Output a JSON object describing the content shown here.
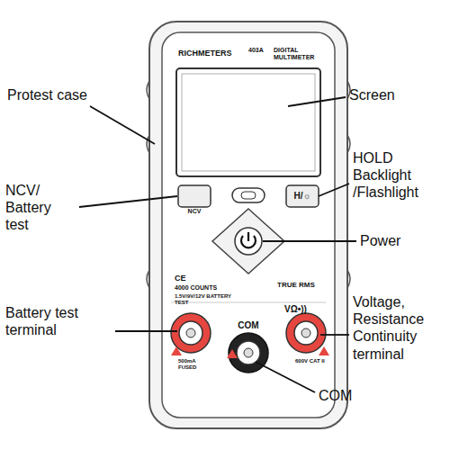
{
  "diagram": {
    "labels": [
      "Protest case",
      "Screen",
      "HOLD Backlight /Flashlight",
      "NCV/ Battery test",
      "Power",
      "Battery test terminal",
      "Voltage, Resistance Continuity terminal",
      "COM",
      "RICHMETERS",
      "403A",
      "DIGITAL MULTIMETER",
      "NCV",
      "H/☼",
      "CE",
      "4000 COUNTS",
      "1.5V/9V/12V BATTERY TEST",
      "TRUE RMS",
      "VΩ•))",
      "COM",
      "500mA FUSED",
      "600V CAT II"
    ]
  }
}
